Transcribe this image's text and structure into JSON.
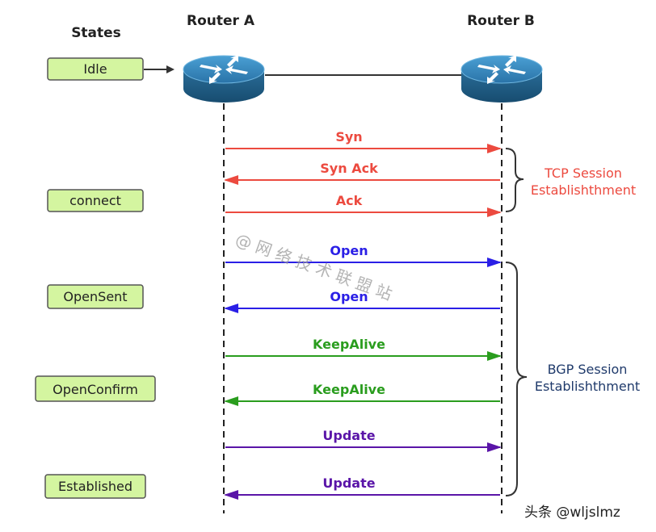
{
  "headers": {
    "states": "States",
    "router_a": "Router A",
    "router_b": "Router B"
  },
  "states": [
    {
      "key": "idle",
      "label": "Idle"
    },
    {
      "key": "connect",
      "label": "connect"
    },
    {
      "key": "opensent",
      "label": "OpenSent"
    },
    {
      "key": "openconfirm",
      "label": "OpenConfirm"
    },
    {
      "key": "established",
      "label": "Established"
    }
  ],
  "messages": [
    {
      "key": "syn",
      "label": "Syn",
      "direction": "a-to-b",
      "color": "#ec4a3f"
    },
    {
      "key": "syn-ack",
      "label": "Syn Ack",
      "direction": "b-to-a",
      "color": "#ec4a3f"
    },
    {
      "key": "ack",
      "label": "Ack",
      "direction": "a-to-b",
      "color": "#ec4a3f"
    },
    {
      "key": "open-1",
      "label": "Open",
      "direction": "a-to-b",
      "color": "#2a1fe6"
    },
    {
      "key": "open-2",
      "label": "Open",
      "direction": "b-to-a",
      "color": "#2a1fe6"
    },
    {
      "key": "keepalive-1",
      "label": "KeepAlive",
      "direction": "a-to-b",
      "color": "#2a9d1e"
    },
    {
      "key": "keepalive-2",
      "label": "KeepAlive",
      "direction": "b-to-a",
      "color": "#2a9d1e"
    },
    {
      "key": "update-1",
      "label": "Update",
      "direction": "a-to-b",
      "color": "#5a15a8"
    },
    {
      "key": "update-2",
      "label": "Update",
      "direction": "b-to-a",
      "color": "#5a15a8"
    }
  ],
  "phases": {
    "tcp": {
      "line1": "TCP Session",
      "line2": "Establishthment",
      "color": "#ec4a3f"
    },
    "bgp": {
      "line1": "BGP Session",
      "line2": "Establishthment",
      "color": "#1f3a6b"
    }
  },
  "watermark": "@ 网 络 技 术 联 盟 站",
  "credit": "头条 @wljslmz",
  "colors": {
    "state_fill": "#d4f5a0",
    "state_border": "#555555",
    "router_top": "#3a8bc0",
    "router_body": "#1f5f88",
    "lifeline": "#222222"
  }
}
